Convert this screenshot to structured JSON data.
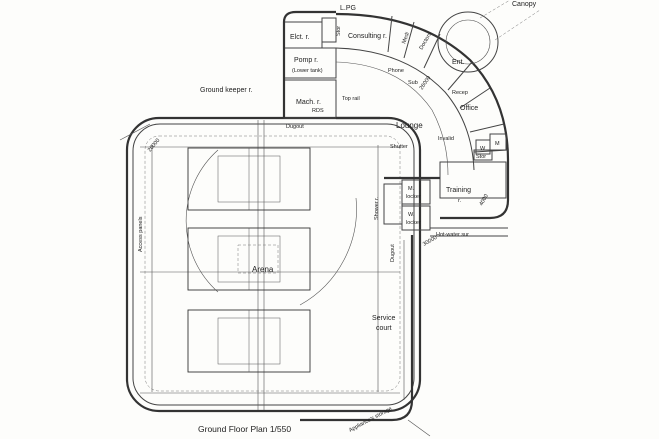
{
  "labels": {
    "lpg": "L.PG",
    "canopy": "Canopy",
    "elct": "Elct. r.",
    "stor1": "Stor",
    "consulting": "Consulting r.",
    "medi": "Medi",
    "doctors": "Doctors",
    "pump": "Pomp r.",
    "lower_tank": "(Lower tank)",
    "ent": "Ent.",
    "ground_keeper": "Ground keeper r.",
    "mach": "Mach. r.",
    "top_rail": "Top rail",
    "phone": "Phone",
    "sub_ent": "Sub",
    "office": "Office",
    "recep": "Recep",
    "invalid": "Invalid",
    "lounge": "Lounge",
    "shutter": "Shutter",
    "w1": "W",
    "m1": "M",
    "stor2": "Stor",
    "training": "Training",
    "training_r": "r.",
    "m_locker_a": "M.",
    "m_locker_b": "locker",
    "w_locker_a": "W.",
    "w_locker_b": "locker",
    "shower": "Shower r.",
    "hot_water": "Hot-water sur",
    "access_panels": "Access panels",
    "arena": "Arena",
    "dugout1": "Dugout",
    "dugout2": "Dugout",
    "service_a": "Service",
    "service_b": "court",
    "appliance": "Appliance's storage",
    "rds": "RDS",
    "dim1": "20000",
    "dim2": "30000",
    "dim3": "26000",
    "dim4": "4000"
  },
  "title": "Ground Floor Plan 1/550"
}
